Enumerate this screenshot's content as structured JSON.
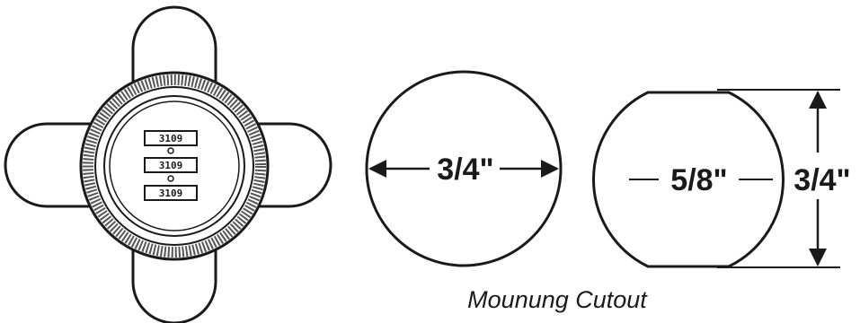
{
  "diagram": {
    "lock_counter_rows": [
      "3109",
      "3109",
      "3109"
    ],
    "round_cutout_dimension": "3/4\"",
    "flat_cutout_width_dimension": "5/8\"",
    "flat_cutout_height_dimension": "3/4\"",
    "caption": "Mounung Cutout"
  }
}
